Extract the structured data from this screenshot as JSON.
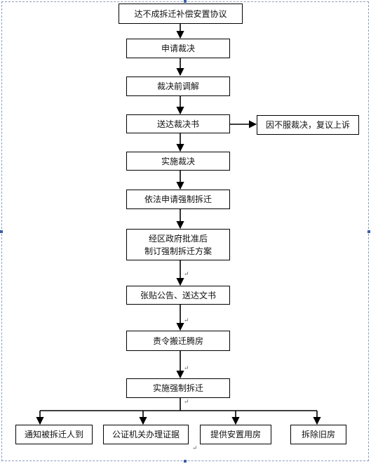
{
  "flowchart": {
    "main_steps": [
      "达不成拆迁补偿安置协议",
      "申请裁决",
      "裁决前调解",
      "送达裁决书",
      "实施裁决",
      "依法申请强制拆迁",
      "张贴公告、送达文书",
      "责令搬迁腾房",
      "实施强制拆迁"
    ],
    "approval_step": {
      "line1": "经区政府批准后",
      "line2": "制订强制拆迁方案"
    },
    "side_step": "因不服裁决，复议上诉",
    "final_steps": [
      "通知被拆迁人到",
      "公证机关办理证据",
      "提供安置用房",
      "拆除旧房"
    ],
    "return_mark": "↵"
  },
  "colors": {
    "border": "#000000",
    "arrow": "#000000",
    "frame": "#8a9cc0",
    "handle": "#3b5fa8"
  }
}
